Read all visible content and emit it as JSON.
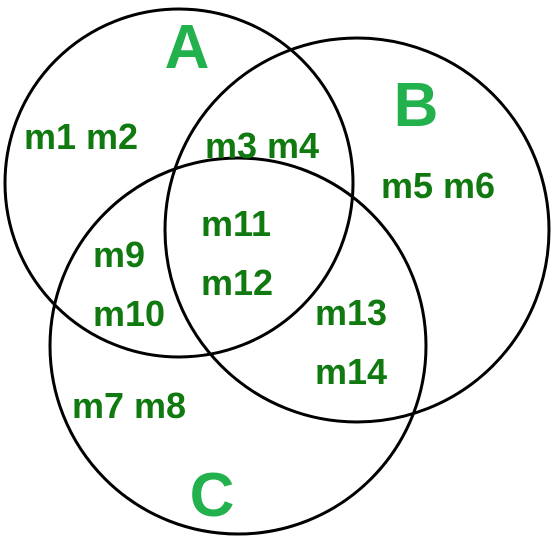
{
  "colors": {
    "set_label": "#22b14c",
    "region_text": "#107a10",
    "outline": "#000000"
  },
  "sets": {
    "a": {
      "label": "A"
    },
    "b": {
      "label": "B"
    },
    "c": {
      "label": "C"
    }
  },
  "regions": {
    "a_only": {
      "lines": [
        "m1 m2"
      ]
    },
    "a_b": {
      "lines": [
        "m3 m4"
      ]
    },
    "b_only": {
      "lines": [
        "m5 m6"
      ]
    },
    "c_only": {
      "lines": [
        "m7 m8"
      ]
    },
    "a_c": {
      "lines": [
        "m9",
        "m10"
      ]
    },
    "a_b_c": {
      "lines": [
        "m11",
        "m12"
      ]
    },
    "b_c": {
      "lines": [
        "m13",
        "m14"
      ]
    }
  }
}
